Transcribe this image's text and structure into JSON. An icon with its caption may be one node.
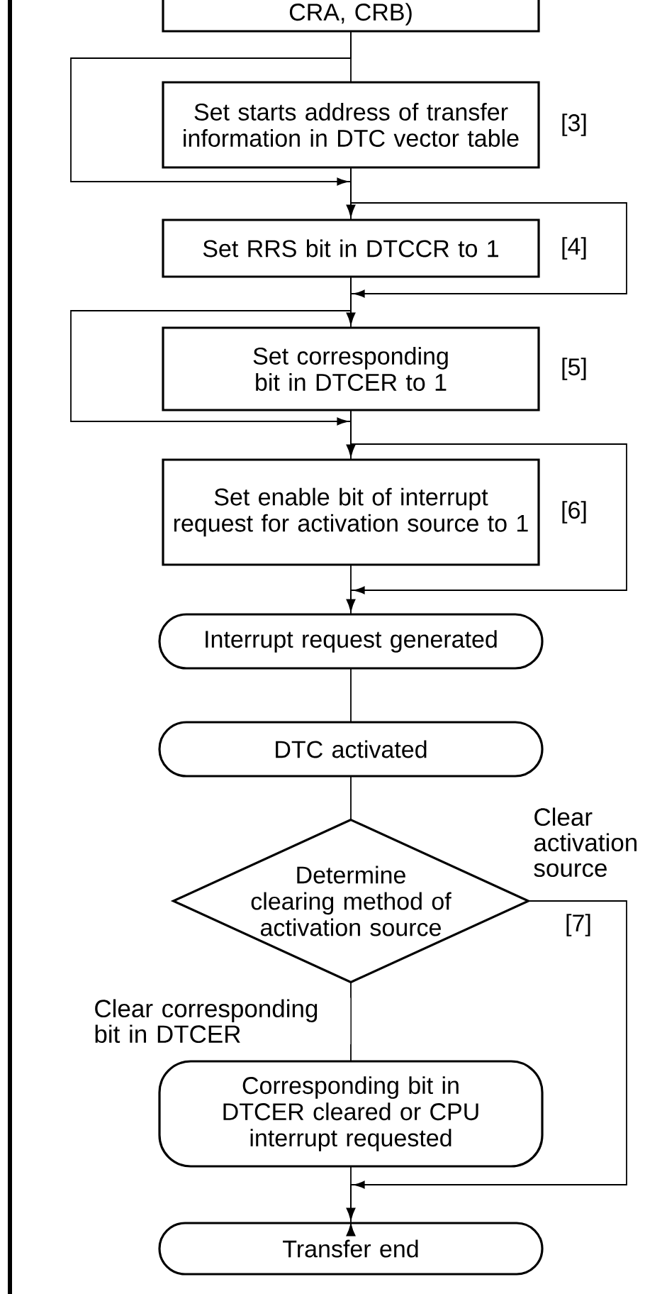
{
  "diagram": {
    "nodes": [
      {
        "text": [
          "CRA, CRB)"
        ]
      },
      {
        "text": [
          "Set starts address of transfer information in DTC vector table"
        ],
        "beside": [
          "[3]"
        ]
      },
      {
        "text": [
          "Set RRS bit in DTCCR to 1"
        ],
        "beside": [
          "[4]"
        ]
      },
      {
        "text": [
          "Set corresponding bit in DTCER to 1"
        ],
        "beside": [
          "[5]"
        ]
      },
      {
        "text": [
          "Set enable bit of interrupt request for activation source to 1"
        ],
        "beside": [
          "[6]"
        ]
      },
      {
        "text": [
          "Interrupt request generated"
        ]
      },
      {
        "text": [
          "DTC activated"
        ]
      },
      {
        "text": [
          "Determine clearing method of activation source"
        ]
      },
      {
        "text": [
          "Corresponding bit in DTCER cleared or CPU interrupt requested"
        ]
      },
      {
        "text": [
          "Transfer end"
        ]
      }
    ],
    "edges": [
      {
        "from": 0,
        "to": 1,
        "arrow": "none"
      },
      {
        "from": 0,
        "to": 2,
        "arrow": "to"
      },
      {
        "from": 1,
        "to": 2,
        "arrow": "none"
      },
      {
        "from": 1,
        "to": 3,
        "arrow": "to"
      },
      {
        "from": 2,
        "to": 3,
        "arrow": "none"
      },
      {
        "from": 2,
        "to": 4,
        "arrow": "to"
      },
      {
        "from": 3,
        "to": 4,
        "arrow": "none"
      },
      {
        "from": 3,
        "to": 5,
        "arrow": "to"
      },
      {
        "from": 4,
        "to": 5,
        "arrow": "none"
      },
      {
        "from": 5,
        "to": 6,
        "arrow": "none"
      },
      {
        "from": 6,
        "to": 7,
        "arrow": "none"
      },
      {
        "from": 7,
        "to": 8,
        "arrow": "none",
        "label": "Clear corresponding bit in DTCER"
      },
      {
        "from": 7,
        "to": 9,
        "arrow": "to",
        "label": "Clear activation source"
      },
      {
        "from": 8,
        "to": 9,
        "arrow": "to"
      }
    ],
    "labels": [
      "[7]"
    ]
  }
}
